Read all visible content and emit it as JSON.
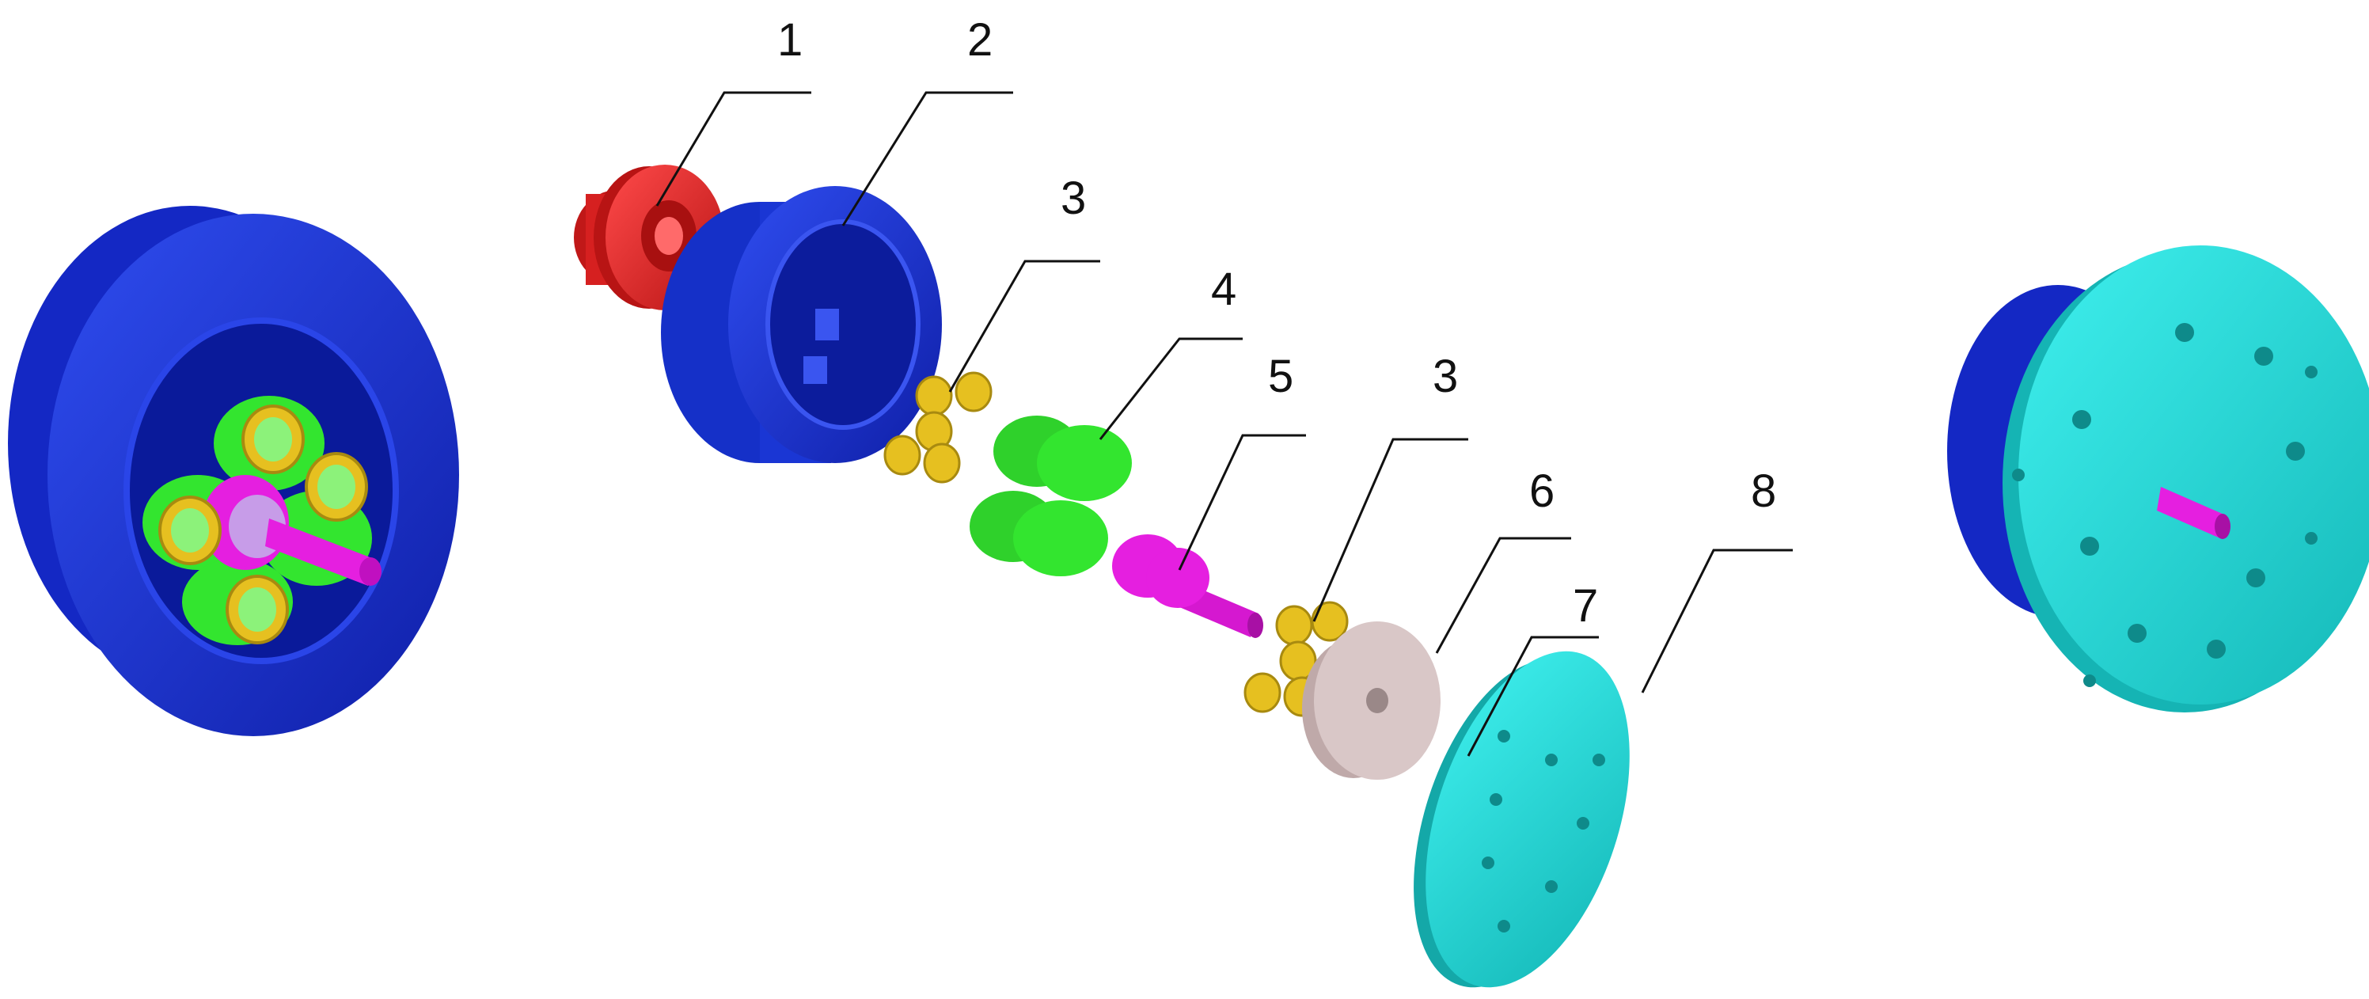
{
  "callouts": [
    {
      "id": "1",
      "label": "1"
    },
    {
      "id": "2",
      "label": "2"
    },
    {
      "id": "3a",
      "label": "3"
    },
    {
      "id": "4",
      "label": "4"
    },
    {
      "id": "5",
      "label": "5"
    },
    {
      "id": "3b",
      "label": "3"
    },
    {
      "id": "6",
      "label": "6"
    },
    {
      "id": "7",
      "label": "7"
    },
    {
      "id": "8",
      "label": "8"
    }
  ],
  "colors": {
    "part_1_input_flange": "#e22a2a",
    "part_2_housing": "#1f39d6",
    "part_3_bearings": "#e6c020",
    "part_4_planet_gears": "#33e52f",
    "part_5_sun_gear_shaft": "#e51fe0",
    "part_6_carrier_disc": "#d9c7c7",
    "part_7_small_part": "#e0771e",
    "part_8_cover_plate": "#1fd6d6",
    "leader_lines": "#111111",
    "background": "#ffffff"
  }
}
